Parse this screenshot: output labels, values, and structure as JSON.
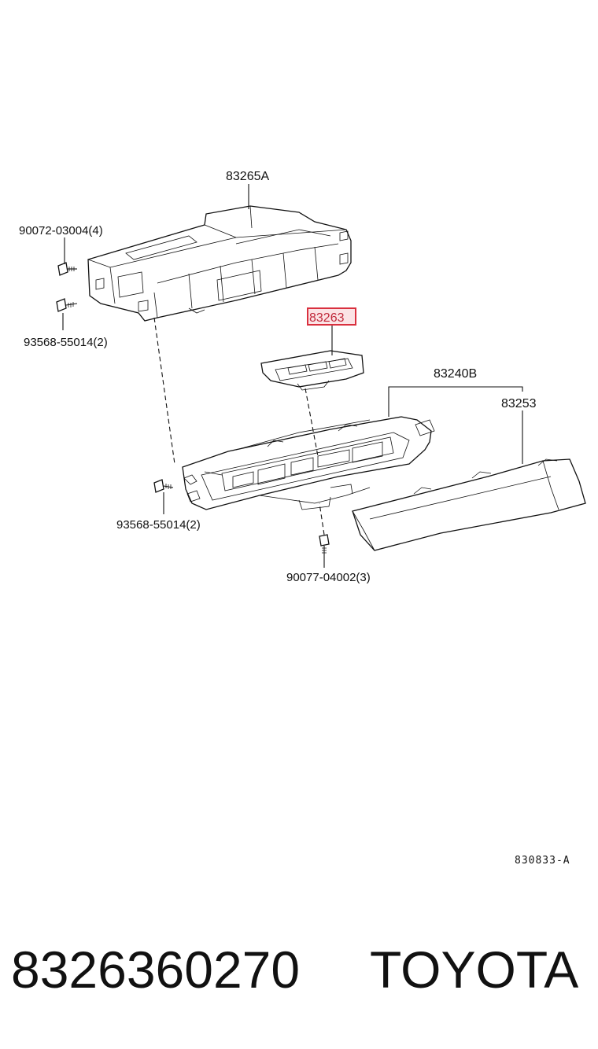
{
  "callouts": {
    "c83265a": "83265A",
    "c90072": "90072-03004(4)",
    "c93568_top": "93568-55014(2)",
    "c83263": "83263",
    "c83240b": "83240B",
    "c83253": "83253",
    "c93568_bottom": "93568-55014(2)",
    "c90077": "90077-04002(3)"
  },
  "highlight": {
    "color": "#d9303e",
    "fill": "#fbe3e5",
    "part": "83263"
  },
  "diagram_ref": "830833-A",
  "part_number": "8326360270",
  "brand": "TOYOTA"
}
